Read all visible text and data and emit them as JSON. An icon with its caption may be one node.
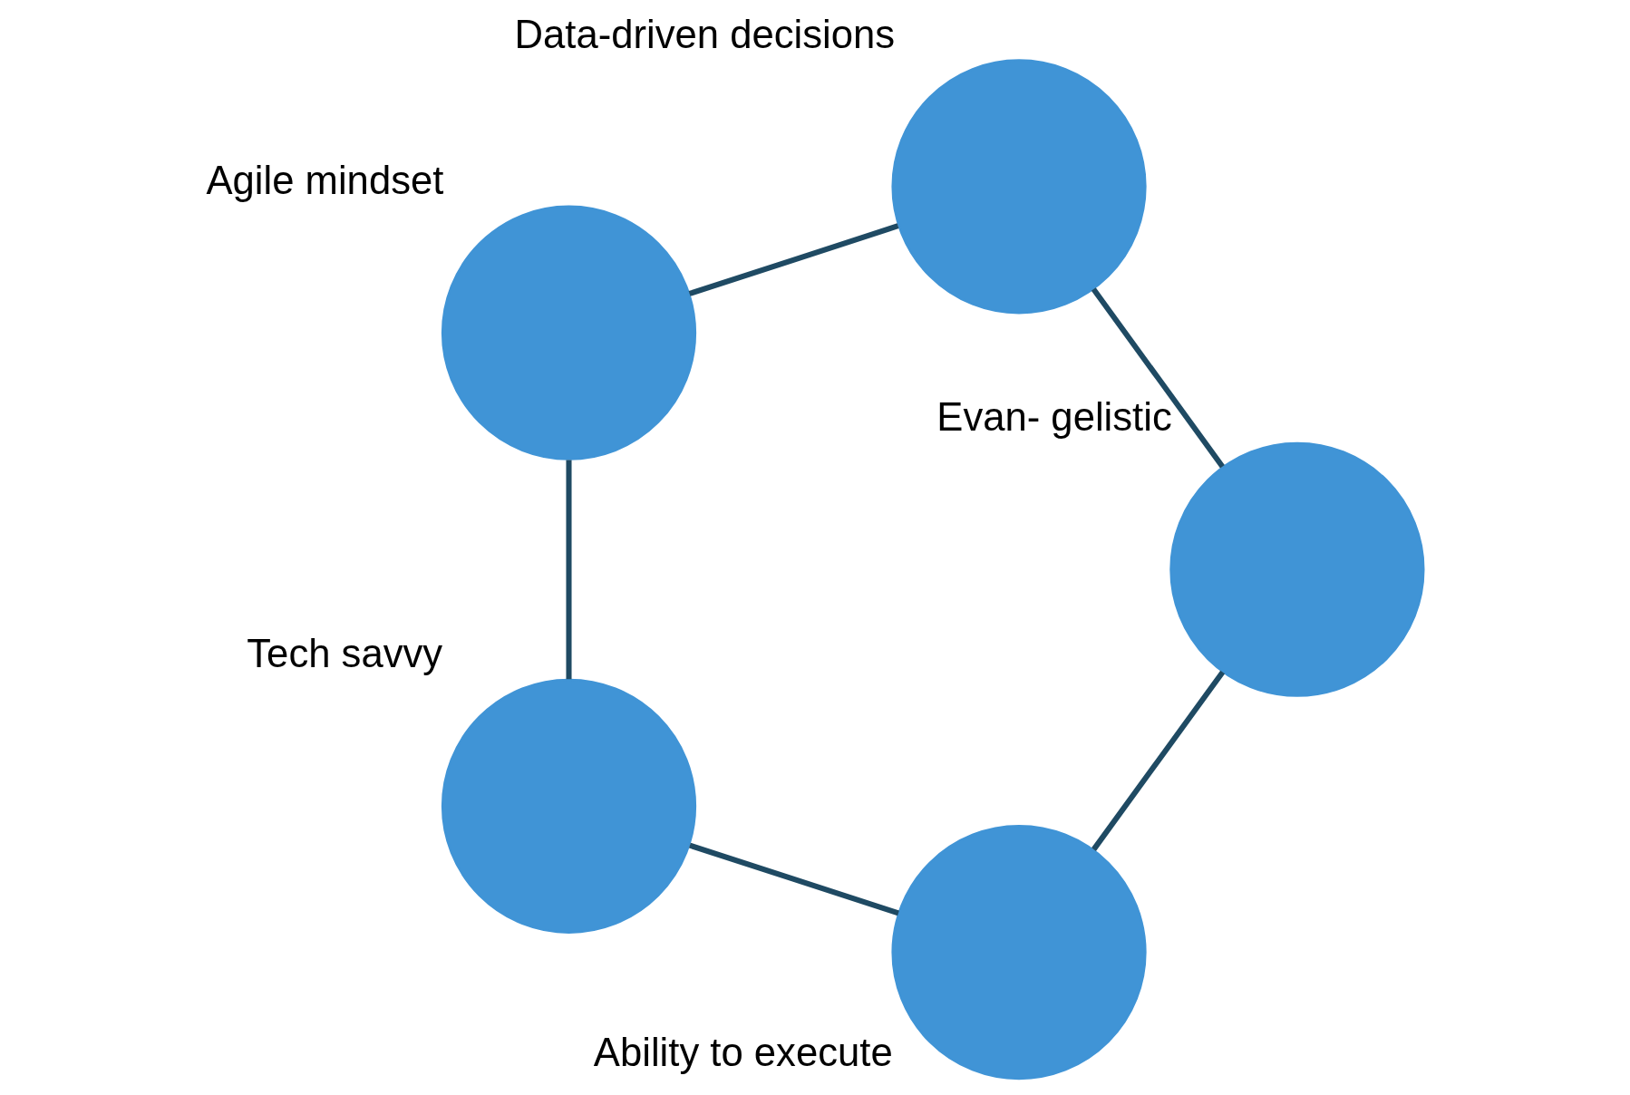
{
  "diagram": {
    "nodes": [
      {
        "text": [],
        "shape": "circle",
        "beside": [
          "Ability to execute"
        ]
      },
      {
        "text": [],
        "shape": "circle",
        "beside": [
          "Evan- gelistic"
        ]
      },
      {
        "text": [],
        "shape": "circle",
        "beside": [
          "Tech savvy"
        ]
      },
      {
        "text": [],
        "shape": "circle",
        "beside": [
          "Data-driven decisions"
        ]
      },
      {
        "text": [],
        "shape": "circle",
        "beside": [
          "Agile mindset"
        ]
      }
    ],
    "edges": [
      {
        "from": 0,
        "to": 2,
        "arrow": "none"
      },
      {
        "from": 2,
        "to": 4,
        "arrow": "none"
      },
      {
        "from": 4,
        "to": 3,
        "arrow": "none"
      },
      {
        "from": 3,
        "to": 1,
        "arrow": "none"
      },
      {
        "from": 1,
        "to": 0,
        "arrow": "none"
      }
    ]
  }
}
